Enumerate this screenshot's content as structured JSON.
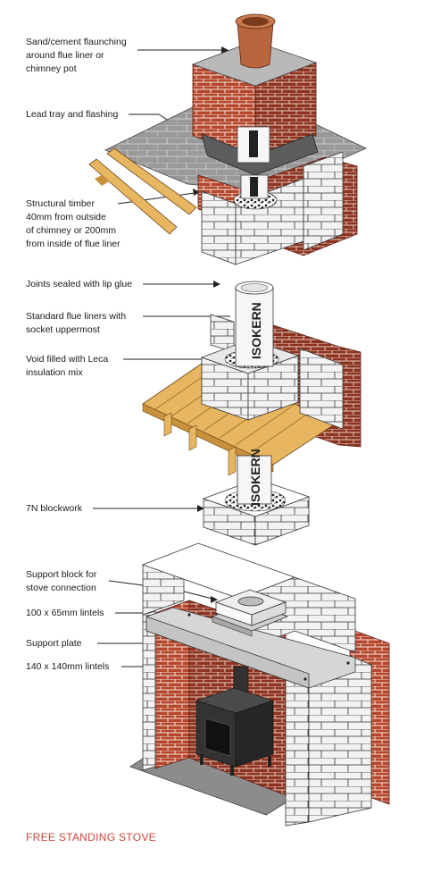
{
  "labels": {
    "flaunching": "Sand/cement flaunching\naround flue liner or\nchimney pot",
    "lead_tray": "Lead tray and flashing",
    "structural_timber": "Structural timber\n40mm from outside\nof chimney or 200mm\nfrom inside of flue liner",
    "joints_sealed": "Joints sealed with lip glue",
    "flue_liners": "Standard flue liners with\nsocket uppermost",
    "void_filled": "Void filled with Leca\ninsulation mix",
    "blockwork": "7N blockwork",
    "support_block": "Support block for\nstove connection",
    "lintels_100": "100 x 65mm lintels",
    "support_plate": "Support plate",
    "lintels_140": "140 x 140mm lintels"
  },
  "liner_brand": "ISOKERN",
  "caption": "FREE STANDING STOVE",
  "colors": {
    "brick": "#b5452b",
    "mortar": "#ffffff",
    "slate": "#9a9a9a",
    "timber": "#e8b560",
    "block": "#f2f2f2",
    "stove": "#333333",
    "hearth": "#8c8c8c",
    "caption": "#c8463a",
    "pot": "#b8663e"
  }
}
